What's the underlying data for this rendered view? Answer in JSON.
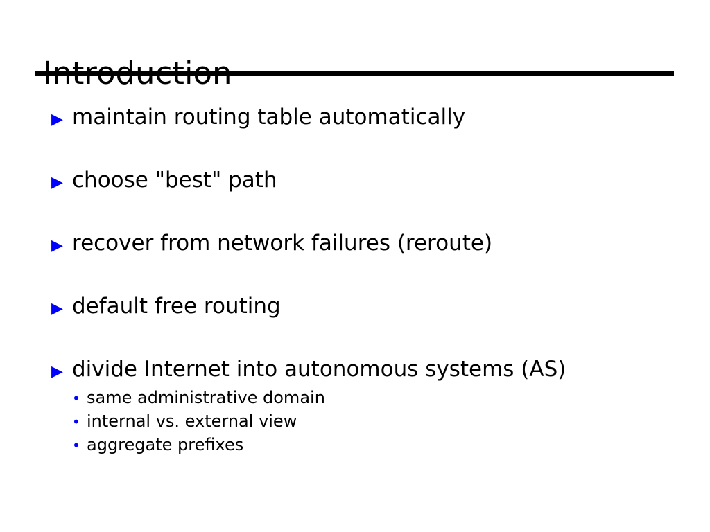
{
  "slide": {
    "title": "Introduction",
    "background_color": "#ffffff",
    "text_color": "#000000",
    "accent_color": "#0000ff",
    "rule_color": "#000000",
    "bullet_marker_glyph": "▶",
    "sub_bullet_marker_glyph": "•",
    "bullets": [
      {
        "text": "maintain routing table automatically"
      },
      {
        "text": "choose \"best\" path"
      },
      {
        "text": "recover from network failures (reroute)"
      },
      {
        "text": "default free routing"
      },
      {
        "text": "divide Internet into autonomous systems (AS)"
      }
    ],
    "sub_bullets": [
      {
        "text": "same administrative domain"
      },
      {
        "text": "internal vs. external view"
      },
      {
        "text": "aggregate prefixes"
      }
    ]
  }
}
